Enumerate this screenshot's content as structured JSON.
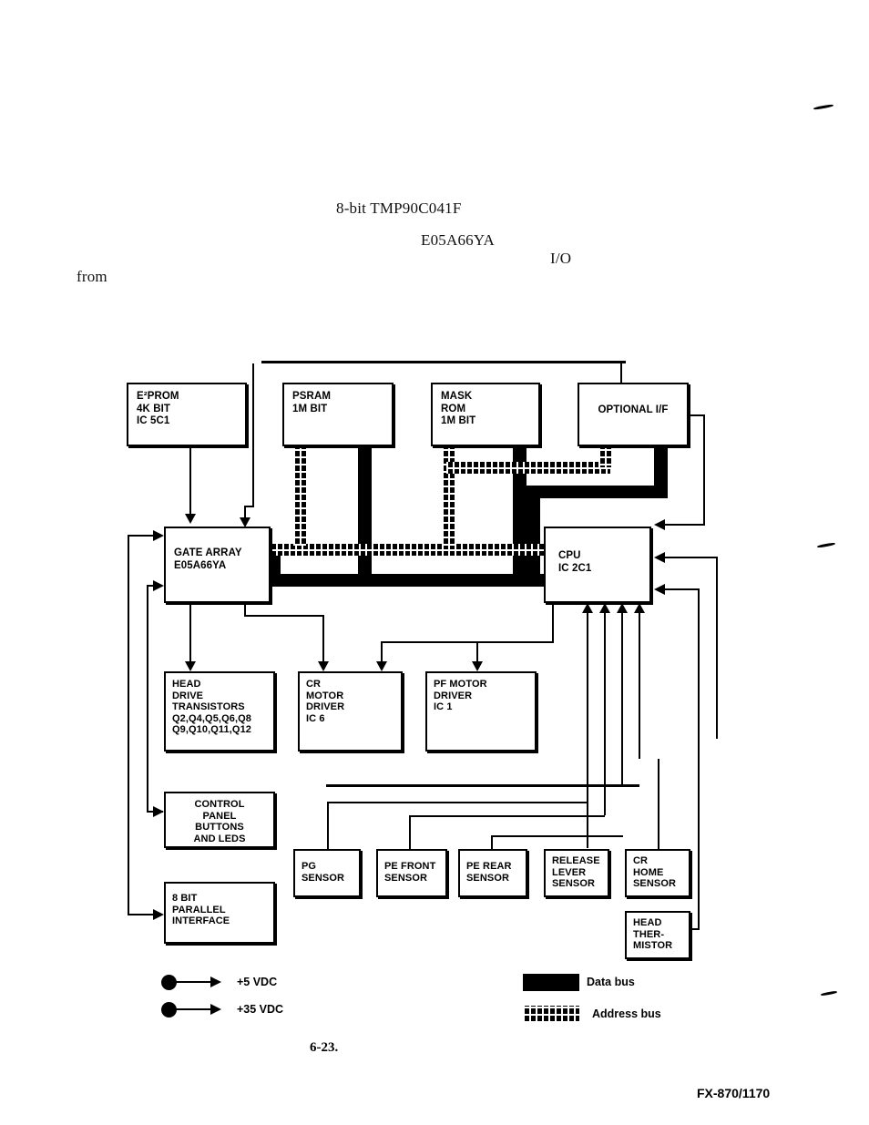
{
  "page": {
    "caption": "6-23.",
    "footer": "FX-870/1170"
  },
  "body_text": {
    "cpu_note": "8-bit TMP90C041F",
    "gate_array_note": "E05A66YA",
    "io_note": "I/O",
    "from_note": "from"
  },
  "blocks": {
    "eeprom": {
      "l1": "E²PROM",
      "l2": "4K BIT",
      "l3": "IC 5C1"
    },
    "psram": {
      "l1": "PSRAM",
      "l2": "1M BIT"
    },
    "mask_rom": {
      "l1": "MASK",
      "l2": "ROM",
      "l3": "1M BIT"
    },
    "optional_if": {
      "l1": "OPTIONAL I/F"
    },
    "gate_array": {
      "l1": "GATE ARRAY",
      "l2": "E05A66YA"
    },
    "cpu": {
      "l1": "CPU",
      "l2": "IC 2C1"
    },
    "head_drive": {
      "l1": "HEAD",
      "l2": "DRIVE",
      "l3": "TRANSISTORS",
      "l4": "Q2,Q4,Q5,Q6,Q8",
      "l5": "Q9,Q10,Q11,Q12"
    },
    "cr_motor": {
      "l1": "CR",
      "l2": "MOTOR",
      "l3": "DRIVER",
      "l4": "IC 6"
    },
    "pf_motor": {
      "l1": "PF MOTOR",
      "l2": "DRIVER",
      "l3": "IC 1"
    },
    "control_panel": {
      "l1": "CONTROL",
      "l2": "PANEL",
      "l3": "BUTTONS",
      "l4": "AND LEDS"
    },
    "parallel_if": {
      "l1": "8 BIT",
      "l2": "PARALLEL",
      "l3": "INTERFACE"
    },
    "pg_sensor": {
      "l1": "PG",
      "l2": "SENSOR"
    },
    "pe_front": {
      "l1": "PE FRONT",
      "l2": "SENSOR"
    },
    "pe_rear": {
      "l1": "PE REAR",
      "l2": "SENSOR"
    },
    "release_lever": {
      "l1": "RELEASE",
      "l2": "LEVER",
      "l3": "SENSOR"
    },
    "cr_home": {
      "l1": "CR",
      "l2": "HOME",
      "l3": "SENSOR"
    },
    "head_thermistor": {
      "l1": "HEAD",
      "l2": "THER-",
      "l3": "MISTOR"
    }
  },
  "legend": {
    "power_5v": "+5 VDC",
    "power_35v": "+35 VDC",
    "data_bus": "Data   bus",
    "address_bus": "Address bus"
  },
  "colors": {
    "ink": "#000000",
    "paper": "#ffffff"
  }
}
